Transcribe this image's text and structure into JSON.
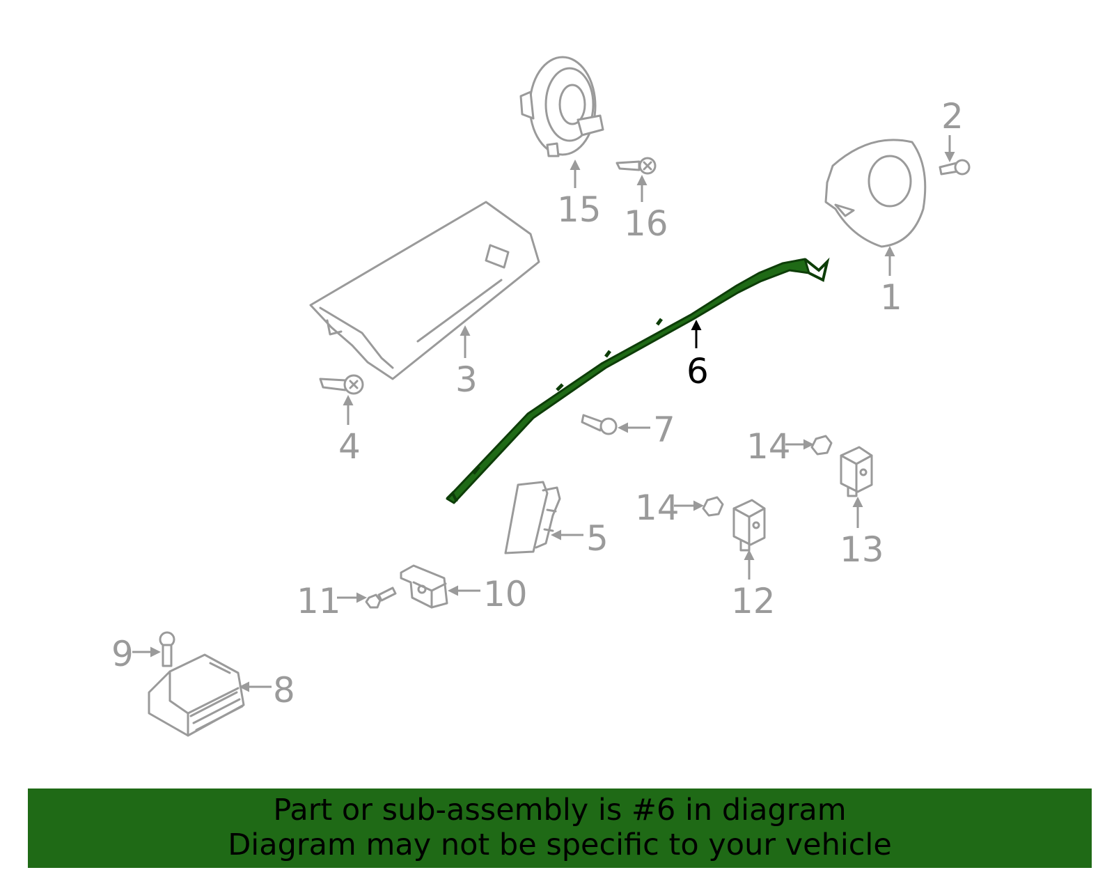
{
  "diagram": {
    "highlighted_part": "6",
    "highlight_color": "#1f6a16",
    "part_color": "#9a9a9a",
    "callouts": {
      "p1": "1",
      "p2": "2",
      "p3": "3",
      "p4": "4",
      "p5": "5",
      "p6": "6",
      "p7": "7",
      "p8": "8",
      "p9": "9",
      "p10": "10",
      "p11": "11",
      "p12": "12",
      "p13": "13",
      "p14a": "14",
      "p14b": "14",
      "p15": "15",
      "p16": "16"
    }
  },
  "banner": {
    "line1": "Part or sub-assembly is #6 in diagram",
    "line2": "Diagram may not be specific to your vehicle",
    "background": "#1f6a16"
  }
}
